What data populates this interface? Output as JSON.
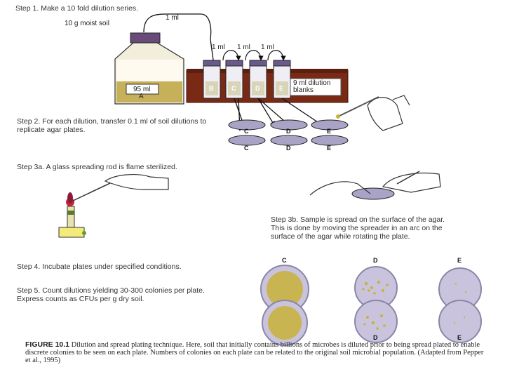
{
  "steps": {
    "step1": "Step 1. Make a 10 fold dilution series.",
    "step2": "Step 2. For each dilution, transfer 0.1 ml of soil dilutions to replicate agar plates.",
    "step3a": "Step 3a. A glass spreading rod is flame sterilized.",
    "step3b": "Step 3b. Sample is spread on the surface of the agar. This is done by moving the spreader in an arc on the surface of the agar while rotating the plate.",
    "step4": "Step 4. Incubate plates under specified conditions.",
    "step5": "Step 5. Count dilutions yielding 30-300 colonies per plate. Express counts as CFUs per g dry soil."
  },
  "labels": {
    "soil": "10 g moist soil",
    "one_ml": "1 ml",
    "transfers": [
      "1 ml",
      "1 ml",
      "1 ml"
    ],
    "flask_volume": "95 ml",
    "flask_letter": "A",
    "blanks": "9 ml dilution blanks"
  },
  "tubes": [
    "B",
    "C",
    "D",
    "E"
  ],
  "plate_rows": {
    "row1": [
      "C",
      "D",
      "E"
    ],
    "row2": [
      "C",
      "D",
      "E"
    ]
  },
  "incubated_plates": {
    "top": [
      "C",
      "D",
      "E"
    ],
    "bottom": [
      "D",
      "E"
    ]
  },
  "caption": {
    "figure": "FIGURE 10.1",
    "text": "Dilution and spread plating technique. Here, soil that initially contains billions of microbes is diluted prior to being spread plated to enable discrete colonies to be seen on each plate. Numbers of colonies on each plate can be related to the original soil microbial population. (Adapted from Pepper et al., 1995)"
  },
  "colors": {
    "wood": "#7a2a14",
    "agar": "#a9a4c6",
    "colony": "#c9b23a",
    "label_tape": "#d9d4b8"
  }
}
